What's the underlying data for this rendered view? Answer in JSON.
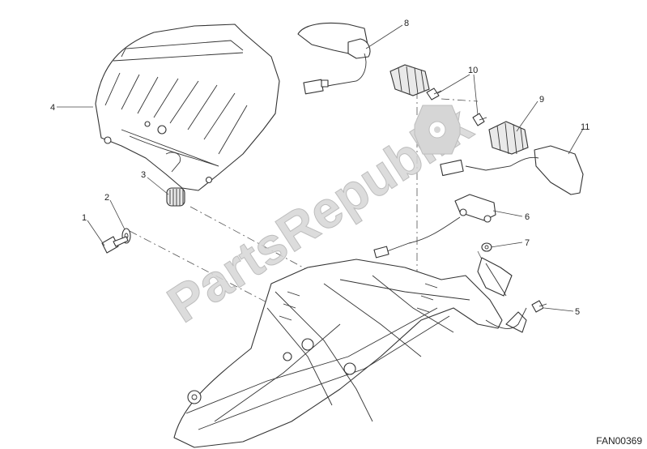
{
  "callouts": [
    {
      "id": "1",
      "label": "1"
    },
    {
      "id": "2",
      "label": "2"
    },
    {
      "id": "3",
      "label": "3"
    },
    {
      "id": "4",
      "label": "4"
    },
    {
      "id": "5",
      "label": "5"
    },
    {
      "id": "6",
      "label": "6"
    },
    {
      "id": "7",
      "label": "7"
    },
    {
      "id": "8",
      "label": "8"
    },
    {
      "id": "9",
      "label": "9"
    },
    {
      "id": "10",
      "label": "10"
    },
    {
      "id": "11",
      "label": "11"
    }
  ],
  "watermark": {
    "text": "PartsRepublik",
    "icon": "gear-icon"
  },
  "drawing_code": "FAN00369",
  "colors": {
    "line": "#333333",
    "watermark": "#d6d6d6",
    "background": "#ffffff"
  }
}
